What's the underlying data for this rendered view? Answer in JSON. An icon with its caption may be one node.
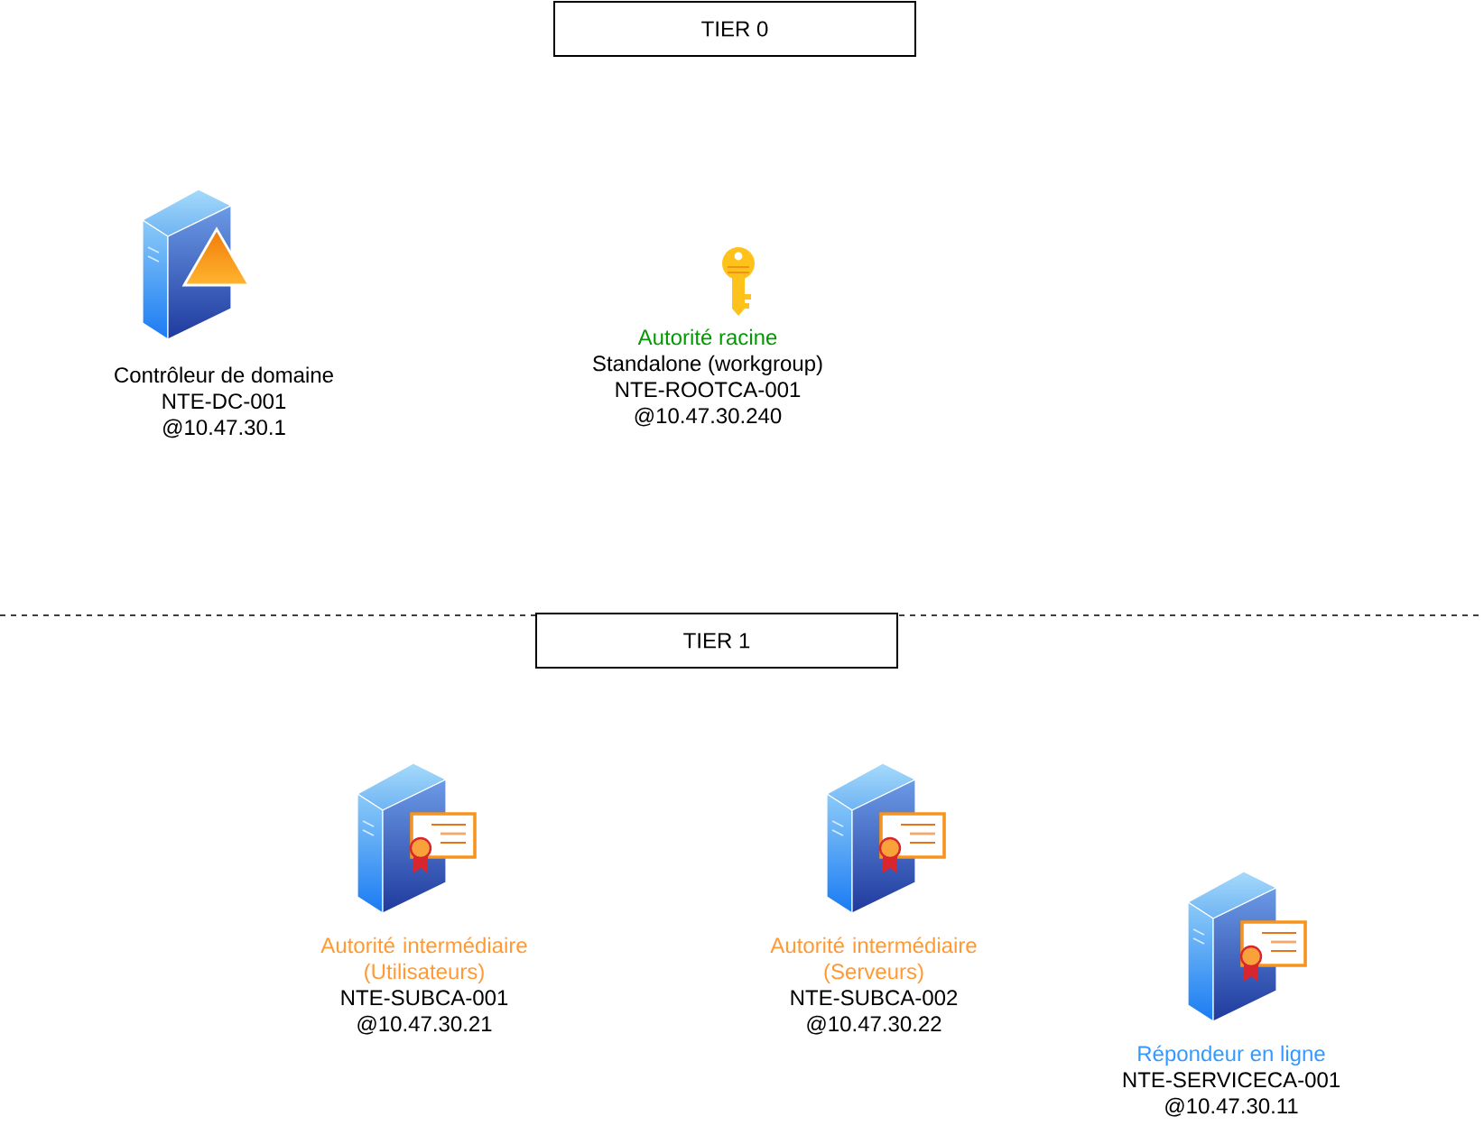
{
  "diagram": {
    "nodes": [
      {
        "text": [
          "TIER 0"
        ]
      },
      {
        "text": [
          "Contrôleur de domaine",
          "NTE-DC-001",
          "@10.47.30.1"
        ]
      },
      {
        "text": [
          "Autorité racine",
          "Standalone (workgroup)",
          "NTE-ROOTCA-001",
          "@10.47.30.240"
        ]
      },
      {
        "text": [
          "TIER 1"
        ]
      },
      {
        "text": [
          "Autorité intermédiaire (Utilisateurs)",
          "NTE-SUBCA-001",
          "@10.47.30.21"
        ]
      },
      {
        "text": [
          "Autorité intermédiaire (Serveurs)",
          "NTE-SUBCA-002",
          "@10.47.30.22"
        ]
      },
      {
        "text": [
          "Répondeur en ligne",
          "NTE-SERVICECA-001",
          "@10.47.30.11"
        ]
      }
    ]
  }
}
